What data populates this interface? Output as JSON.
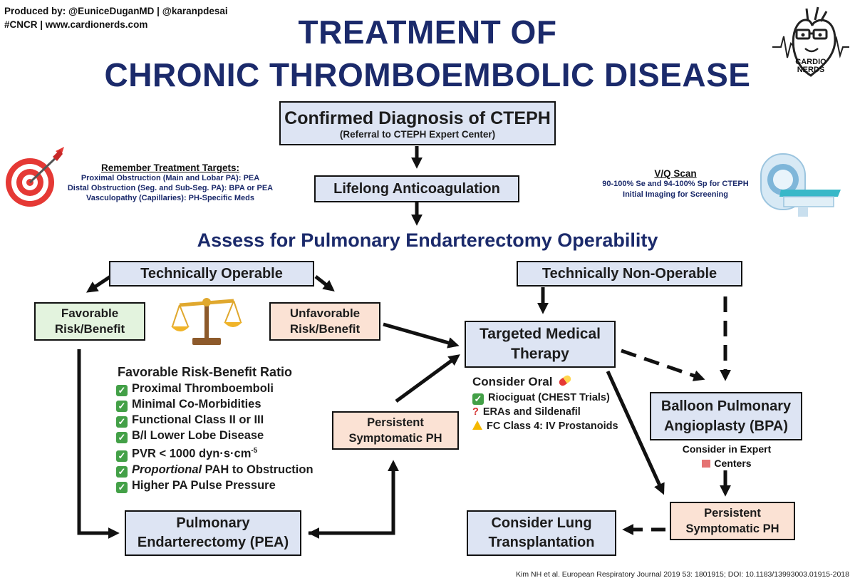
{
  "credits": {
    "line1": "Produced by: @EuniceDuganMD | @karanpdesai",
    "line2": "#CNCR | www.cardionerds.com"
  },
  "title": {
    "line1": "TREATMENT OF",
    "line2": "CHRONIC THROMBOEMBOLIC DISEASE"
  },
  "logo": {
    "line1": "CARDIO",
    "line2": "NERDS"
  },
  "diagnosis": {
    "title": "Confirmed Diagnosis of CTEPH",
    "subtitle": "(Referral to CTEPH Expert Center)"
  },
  "targets": {
    "heading": "Remember Treatment Targets:",
    "items": [
      "Proximal Obstruction (Main and Lobar PA): PEA",
      "Distal Obstruction (Seg. and Sub-Seg. PA): BPA or PEA",
      "Vasculopathy (Capillaries): PH-Specific Meds"
    ],
    "icon": "target-icon"
  },
  "vq": {
    "heading": "V/Q Scan",
    "items": [
      "90-100% Se and 94-100% Sp for CTEPH",
      "Initial Imaging for Screening"
    ],
    "icon": "ct-scanner-icon"
  },
  "anticoag": "Lifelong Anticoagulation",
  "assess": "Assess for Pulmonary Endarterectomy Operability",
  "operable": "Technically Operable",
  "nonoperable": "Technically Non-Operable",
  "favorable": {
    "line1": "Favorable",
    "line2": "Risk/Benefit"
  },
  "unfavorable": {
    "line1": "Unfavorable",
    "line2": "Risk/Benefit"
  },
  "targeted": {
    "line1": "Targeted Medical",
    "line2": "Therapy"
  },
  "ratio": {
    "heading": "Favorable Risk-Benefit Ratio",
    "items": [
      "Proximal Thromboemboli",
      "Minimal Co-Morbidities",
      "Functional Class II or III",
      "B/l Lower Lobe Disease"
    ],
    "pvr_prefix": "PVR < 1000 dyn·s·cm",
    "pvr_exp": "-5",
    "prop_italic": "Proportional",
    "prop_rest": " PAH to Obstruction",
    "last": "Higher PA Pulse Pressure"
  },
  "oral": {
    "heading": "Consider Oral",
    "item1": "Riociguat (CHEST Trials)",
    "item2": "ERAs and Sildenafil",
    "item3": "FC Class 4: IV Prostanoids"
  },
  "persistent_mid": {
    "line1": "Persistent",
    "line2": "Symptomatic PH"
  },
  "bpa": {
    "line1": "Balloon Pulmonary",
    "line2": "Angioplasty (BPA)"
  },
  "expert": {
    "line1": "Consider in Expert",
    "line2": "Centers"
  },
  "pea": {
    "line1": "Pulmonary",
    "line2": "Endarterectomy (PEA)"
  },
  "persistent_right": {
    "line1": "Persistent",
    "line2": "Symptomatic PH"
  },
  "lung": {
    "line1": "Consider Lung",
    "line2": "Transplantation"
  },
  "citation": "Kim NH et al. European Respiratory Journal 2019 53: 1801915; DOI: 10.1183/13993003.01915-2018",
  "colors": {
    "title": "#1b2a6b",
    "blue_box": "#dde4f3",
    "green_box": "#e3f3de",
    "peach_box": "#fbe2d4"
  }
}
